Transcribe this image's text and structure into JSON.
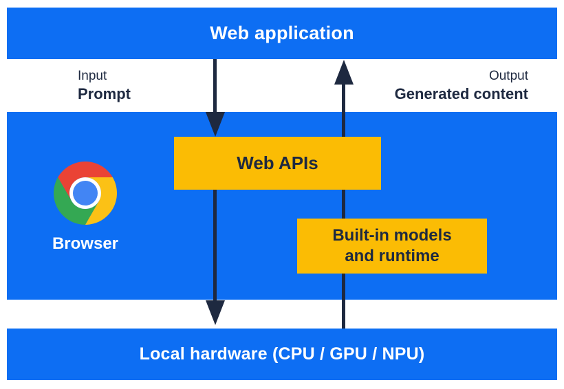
{
  "colors": {
    "blue": "#0d6ef3",
    "yellow": "#fbbc04",
    "navy": "#1e2940",
    "white": "#ffffff",
    "chrome_red": "#ea4335",
    "chrome_green": "#34a853",
    "chrome_yellow": "#fbc116",
    "chrome_blue": "#4285f4"
  },
  "diagram": {
    "web_application": {
      "label": "Web application"
    },
    "io_labels": {
      "input_title": "Input",
      "input_value": "Prompt",
      "output_title": "Output",
      "output_value": "Generated content"
    },
    "browser": {
      "label": "Browser",
      "icon": "chrome-browser-icon"
    },
    "web_apis": {
      "label": "Web APIs"
    },
    "builtin_models": {
      "label_line1": "Built-in models",
      "label_line2": "and runtime"
    },
    "local_hardware": {
      "label": "Local hardware (CPU / GPU / NPU)"
    },
    "arrows": [
      {
        "name": "prompt-flow",
        "direction": "down",
        "from": "Web application",
        "to": "Local hardware (CPU / GPU / NPU)",
        "via": "Web APIs"
      },
      {
        "name": "generated-content-flow",
        "direction": "up",
        "from": "Local hardware (CPU / GPU / NPU)",
        "to": "Web application",
        "via": "Built-in models and runtime"
      }
    ]
  }
}
